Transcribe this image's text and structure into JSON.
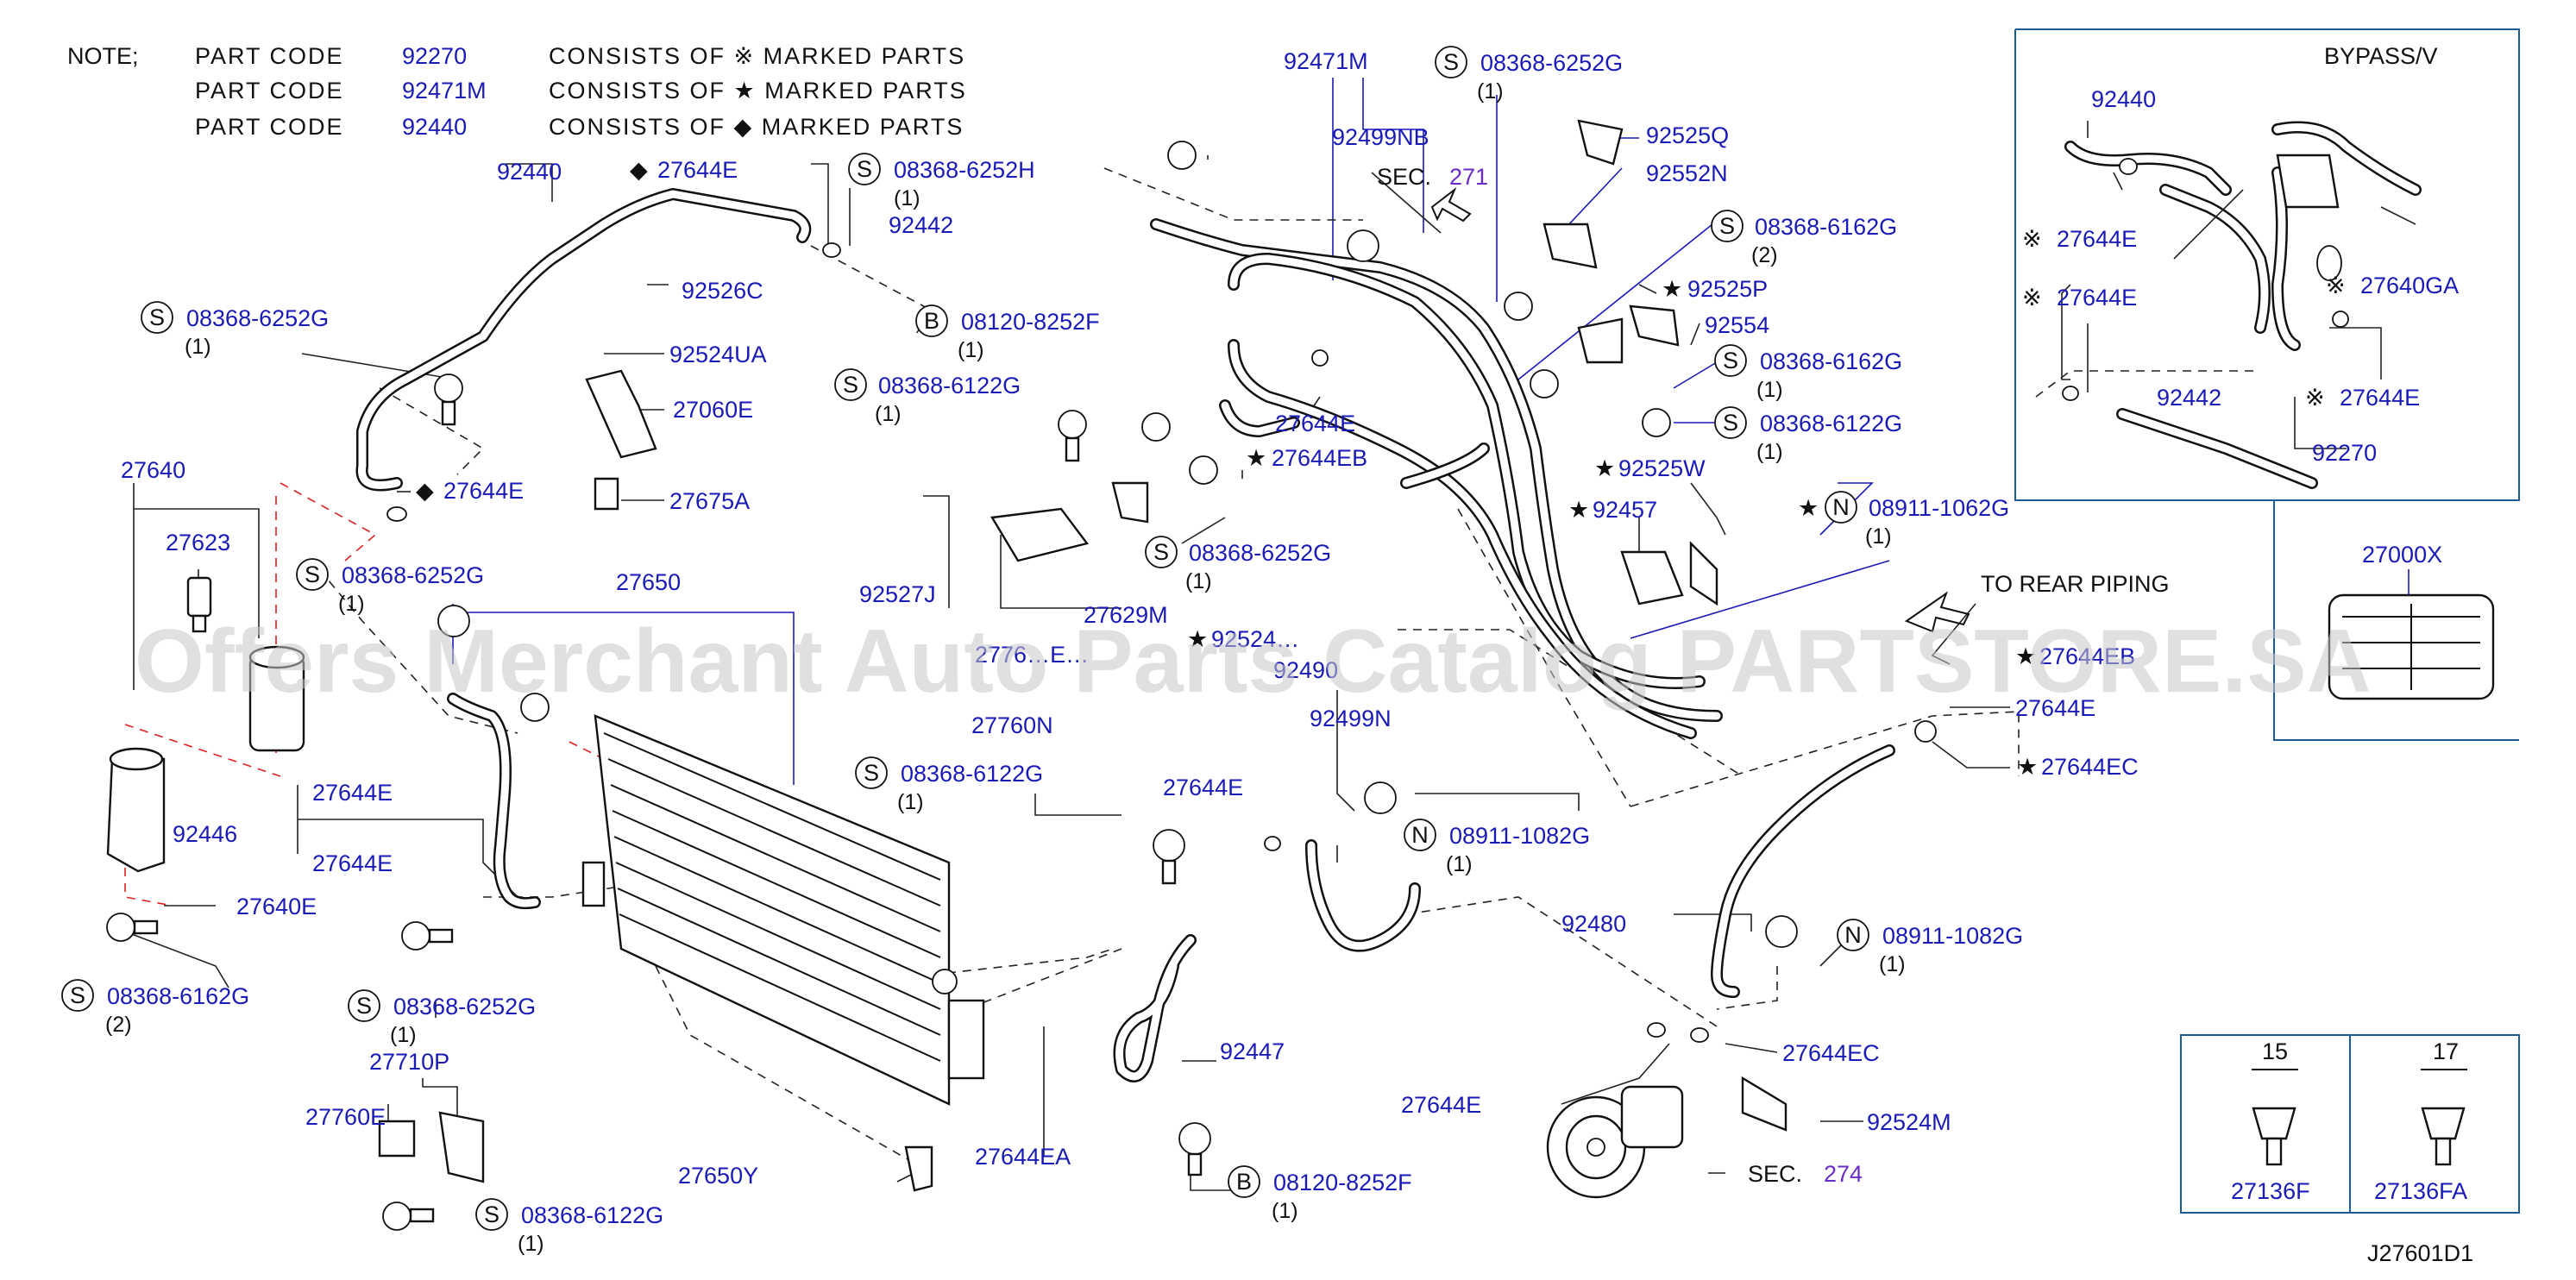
{
  "notes": {
    "heading": "NOTE;",
    "lines": [
      {
        "prefix": "PART  CODE",
        "code": "92270",
        "text": "CONSISTS  OF  ※  MARKED  PARTS"
      },
      {
        "prefix": "PART  CODE",
        "code": "92471M",
        "text": "CONSISTS  OF  ★ MARKED  PARTS"
      },
      {
        "prefix": "PART  CODE",
        "code": "92440",
        "text": "CONSISTS  OF  ◆ MARKED  PARTS"
      }
    ]
  },
  "watermark": "Offers Merchant Auto Parts Catalog PARTSTORE.SA",
  "diagram_id": "J27601D1",
  "section_refs": {
    "sec_prefix": "SEC.",
    "sec271": "271",
    "sec274": "274",
    "to_rear": "TO  REAR  PIPING"
  },
  "bypass": {
    "title": "BYPASS/V"
  },
  "detail_boxes": {
    "left_dim": "15",
    "left_part": "27136F",
    "right_dim": "17",
    "right_part": "27136FA",
    "side_part": "27000X"
  },
  "symbols": {
    "S": "S",
    "B": "B",
    "N": "N"
  },
  "labels": {
    "p92440": "92440",
    "p27644E_d1": "27644E",
    "p08368_6252H": "08368-6252H",
    "q1_a": "(1)",
    "p92442": "92442",
    "p92526C": "92526C",
    "p08368_6252G_a": "08368-6252G",
    "q1_b": "(1)",
    "p92524UA": "92524UA",
    "p27060E": "27060E",
    "p27644E_d2": "27644E",
    "p27675A": "27675A",
    "p08120_8252F_a": "08120-8252F",
    "q1_c": "(1)",
    "p92471M": "92471M",
    "p92499NB": "92499NB",
    "p08368_6252G_b": "08368-6252G",
    "q1_d": "(1)",
    "p92525Q": "92525Q",
    "p92552N": "92552N",
    "p08368_6162G_a": "08368-6162G",
    "q2_a": "(2)",
    "p92525P": "92525P",
    "p92554": "92554",
    "p08368_6162G_b": "08368-6162G",
    "q1_e": "(1)",
    "p08368_6122G_a": "08368-6122G",
    "q1_f": "(1)",
    "p92525W": "92525W",
    "p92457": "92457",
    "p08911_1062G": "08911-1062G",
    "q1_g": "(1)",
    "p08368_6122G_b": "08368-6122G",
    "q1_h": "(1)",
    "p27644E_m1": "27644E",
    "p27644EB_a": "27644EB",
    "p08368_6252G_c": "08368-6252G",
    "q1_i": "(1)",
    "p92527J": "92527J",
    "p27629M": "27629M",
    "p92524_partial": "92524…",
    "p2776_partial": "2776…E…",
    "p27760N": "27760N",
    "p92490_partial": "92490",
    "p92499N": "92499N",
    "p27640": "27640",
    "p27623": "27623",
    "p08368_6252G_d": "08368-6252G",
    "q1_j": "(1)",
    "p27650": "27650",
    "p27640E": "27640E",
    "p92446": "92446",
    "p27644E_l1": "27644E",
    "p27644E_l2": "27644E",
    "p08368_6162G_c": "08368-6162G",
    "q2_b": "(2)",
    "p08368_6252G_e": "08368-6252G",
    "q1_k": "(1)",
    "p27710P": "27710P",
    "p27760E": "27760E",
    "p08368_6122G_c": "08368-6122G",
    "q1_l": "(1)",
    "p27650Y": "27650Y",
    "p08368_6122G_d": "08368-6122G",
    "q1_m": "(1)",
    "p27644E_c1": "27644E",
    "p08911_1082G_a": "08911-1082G",
    "q1_n": "(1)",
    "p92447": "92447",
    "p27644EA": "27644EA",
    "p08120_8252F_b": "08120-8252F",
    "q1_o": "(1)",
    "p27644EB_b": "27644EB",
    "p27644E_r1": "27644E",
    "p27644EC_a": "27644EC",
    "p92480": "92480",
    "p08911_1082G_b": "08911-1082G",
    "q1_p": "(1)",
    "p27644EC_b": "27644EC",
    "p27644E_b1": "27644E",
    "p92524M": "92524M",
    "bp92440": "92440",
    "bp27644E_1": "27644E",
    "bp27644E_2": "27644E",
    "bp27640GA": "27640GA",
    "bp92442": "92442",
    "bp27644E_3": "27644E",
    "bp92270": "92270"
  }
}
